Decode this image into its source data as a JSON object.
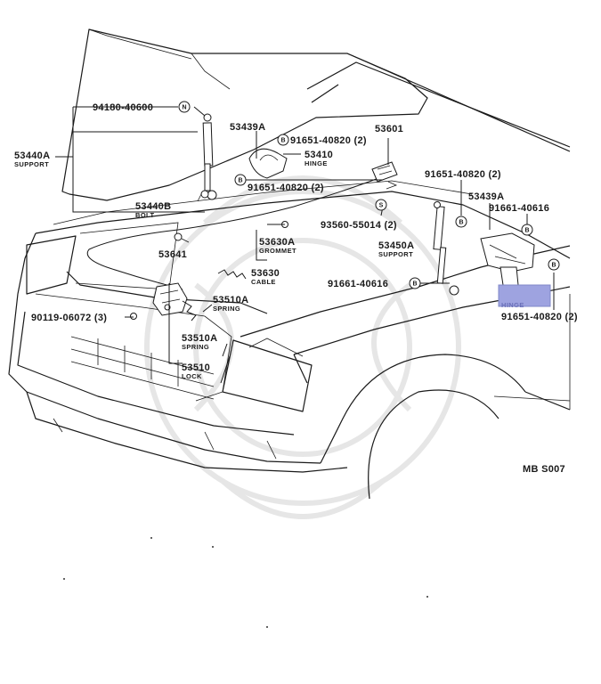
{
  "diagram_code": "MB S007",
  "highlight_color": "#9ea3e0",
  "callouts": [
    {
      "id": "c1",
      "text": "94180-40600"
    },
    {
      "id": "c2",
      "text": "53439A"
    },
    {
      "id": "c3",
      "text": "91651-40820 (2)"
    },
    {
      "id": "c4",
      "text": "53601"
    },
    {
      "id": "c5",
      "text": "53440A"
    },
    {
      "id": "c6",
      "text": "53410"
    },
    {
      "id": "c7",
      "text": "91651-40820 (2)"
    },
    {
      "id": "c8",
      "text": "91651-40820 (2)"
    },
    {
      "id": "c9",
      "text": "53439A"
    },
    {
      "id": "c10",
      "text": "53440B"
    },
    {
      "id": "c11",
      "text": "91661-40616"
    },
    {
      "id": "c12",
      "text": "93560-55014 (2)"
    },
    {
      "id": "c13",
      "text": "53630A"
    },
    {
      "id": "c14",
      "text": "53450A"
    },
    {
      "id": "c15",
      "text": "53641"
    },
    {
      "id": "c16",
      "text": "53630"
    },
    {
      "id": "c17",
      "text": "91661-40616"
    },
    {
      "id": "c18",
      "text": "53510A"
    },
    {
      "id": "c19",
      "text": "90119-06072 (3)"
    },
    {
      "id": "c20",
      "text": "91651-40820 (2)"
    },
    {
      "id": "c21",
      "text": "53510A"
    },
    {
      "id": "c22",
      "text": "53510"
    }
  ],
  "part_labels": [
    {
      "id": "l1",
      "text": "SUPPORT"
    },
    {
      "id": "l2",
      "text": "HINGE"
    },
    {
      "id": "l3",
      "text": "BOLT"
    },
    {
      "id": "l4",
      "text": "GROMMET"
    },
    {
      "id": "l5",
      "text": "SUPPORT"
    },
    {
      "id": "l6",
      "text": "CABLE"
    },
    {
      "id": "l7",
      "text": "SPRING"
    },
    {
      "id": "l8",
      "text": "SPRING"
    },
    {
      "id": "l9",
      "text": "LOCK"
    },
    {
      "id": "l10",
      "text": "HINGE"
    }
  ],
  "badges": [
    {
      "id": "b1",
      "text": "N"
    },
    {
      "id": "b2",
      "text": "B"
    },
    {
      "id": "b3",
      "text": "B"
    },
    {
      "id": "b4",
      "text": "S"
    },
    {
      "id": "b5",
      "text": "B"
    },
    {
      "id": "b6",
      "text": "B"
    },
    {
      "id": "b7",
      "text": "B"
    },
    {
      "id": "b8",
      "text": "B"
    }
  ]
}
